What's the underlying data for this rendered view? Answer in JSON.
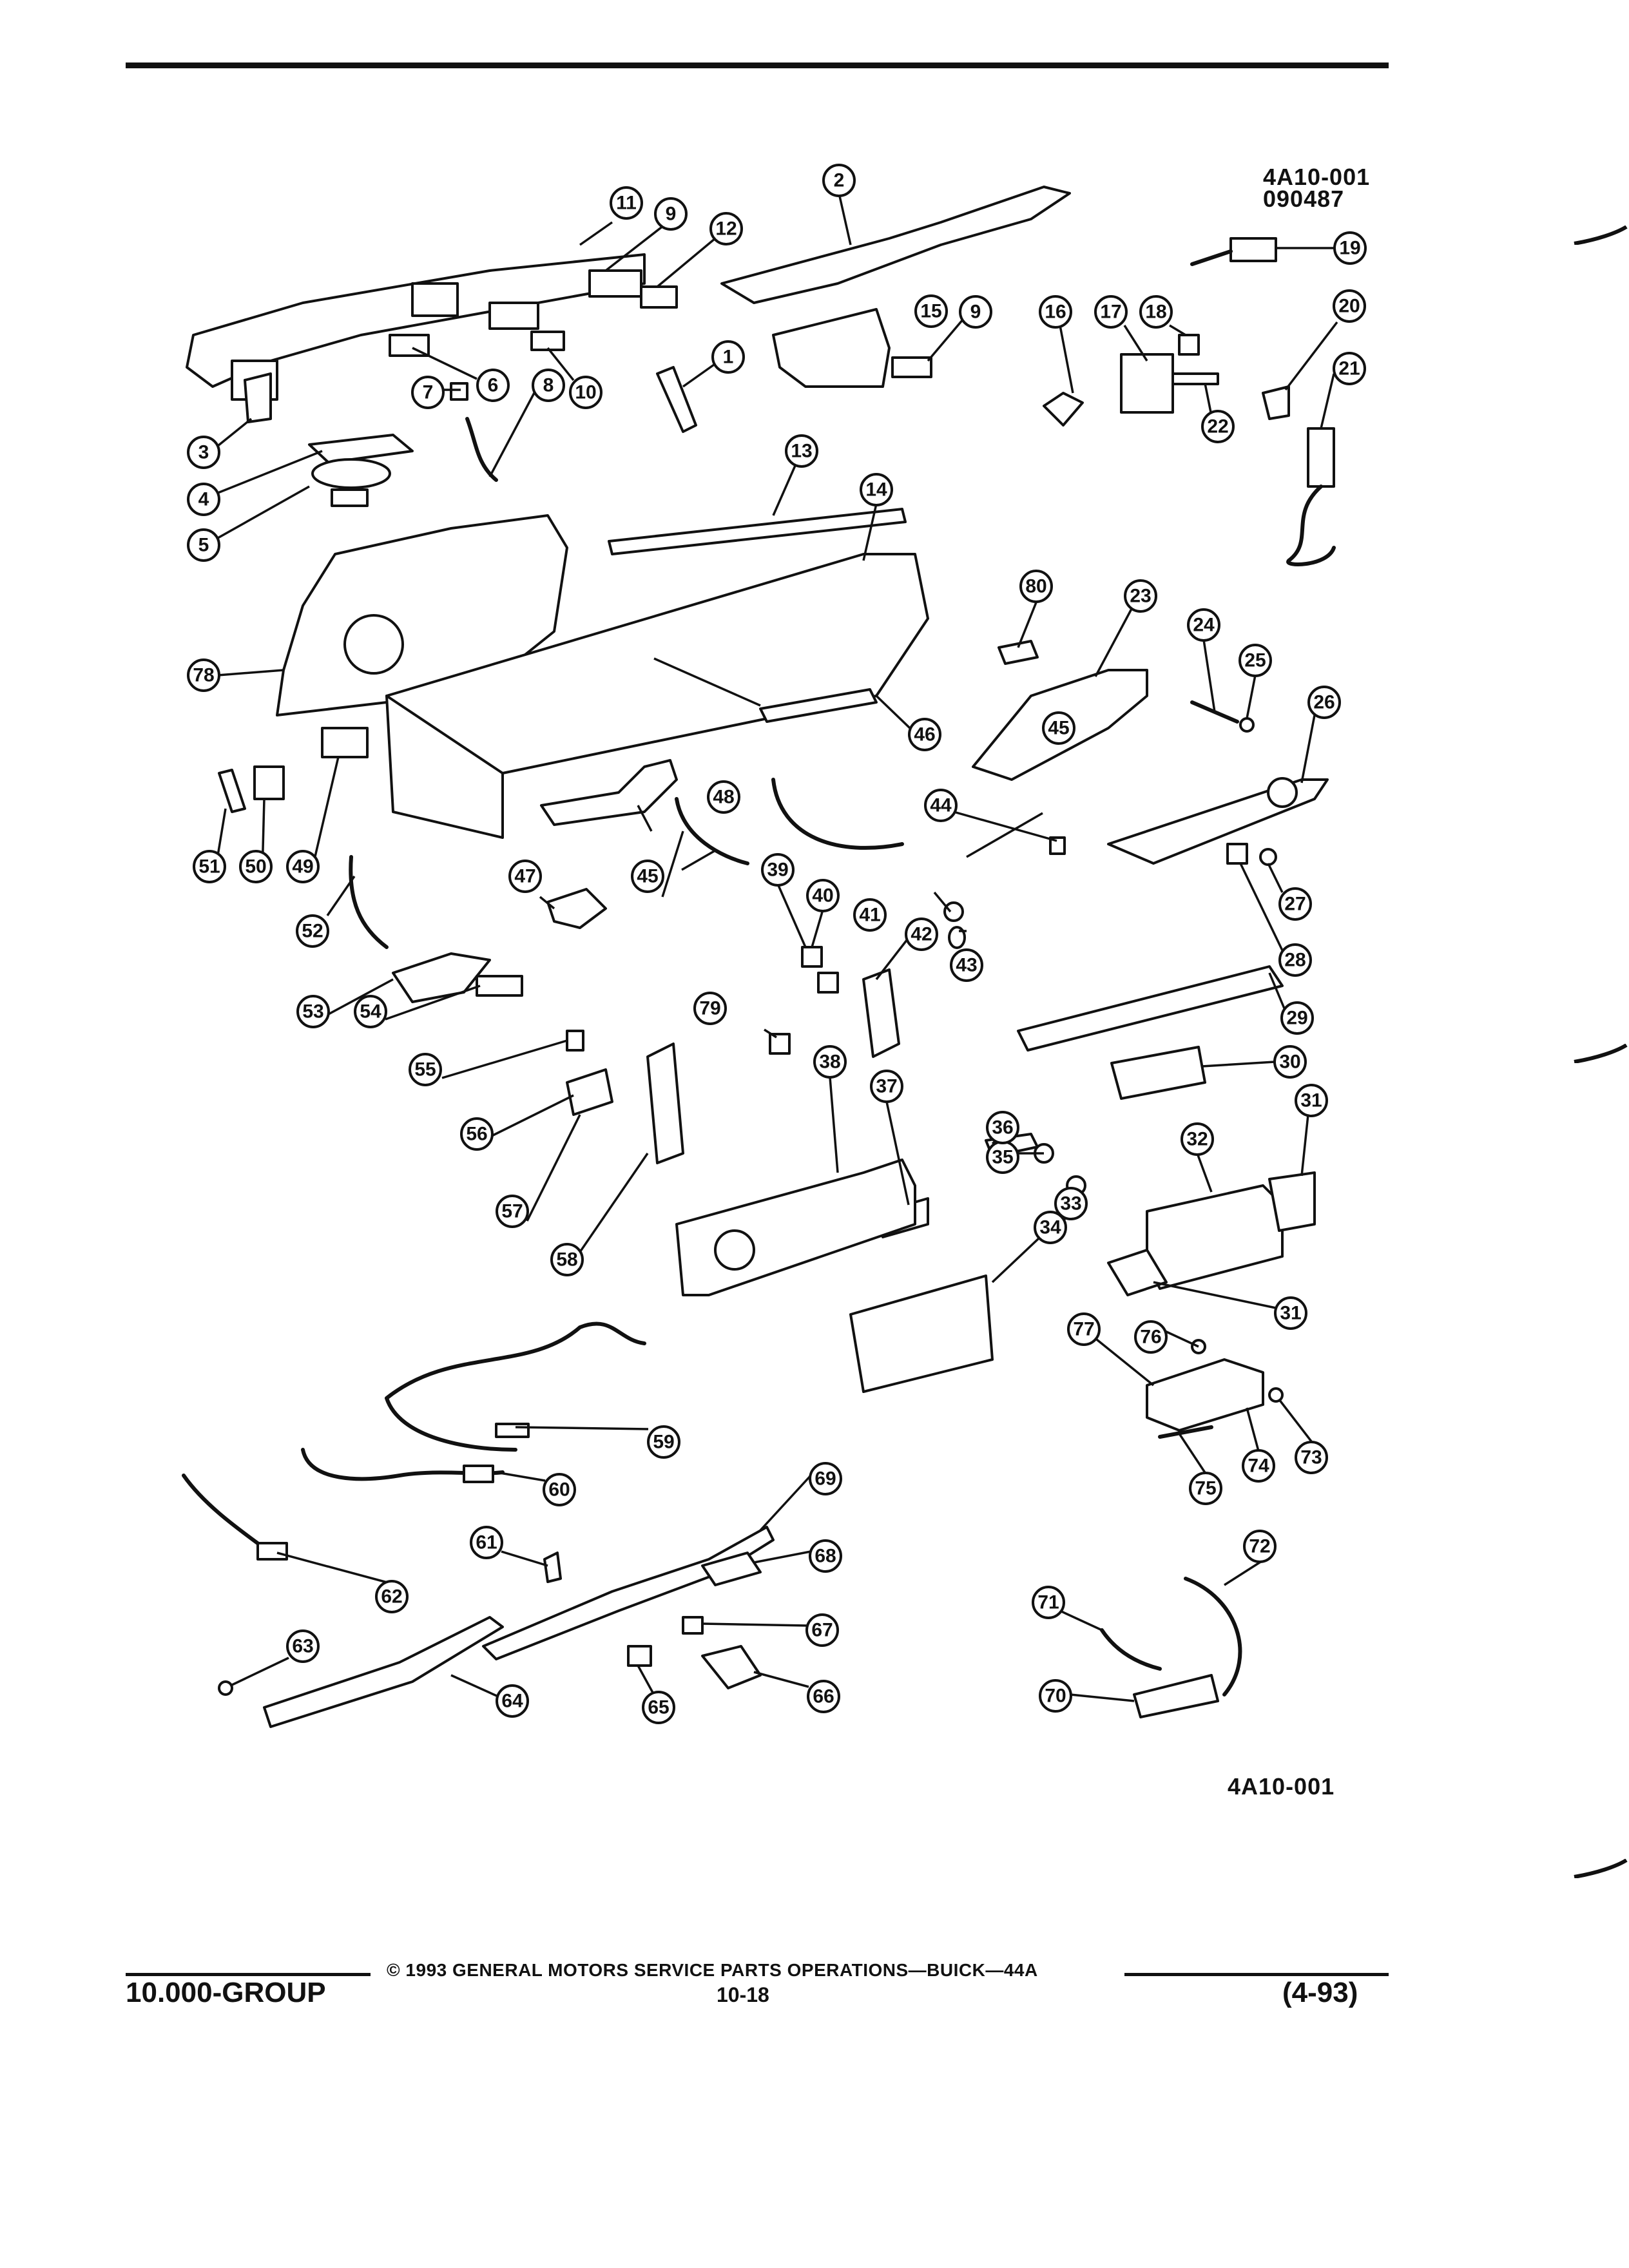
{
  "figure": {
    "code_top": "4A10-001",
    "date_code": "090487",
    "code_bottom": "4A10-001"
  },
  "callouts": [
    "1",
    "2",
    "3",
    "4",
    "5",
    "6",
    "7",
    "8",
    "9",
    "10",
    "11",
    "12",
    "13",
    "14",
    "15",
    "16",
    "17",
    "18",
    "19",
    "20",
    "21",
    "22",
    "23",
    "24",
    "25",
    "26",
    "27",
    "28",
    "29",
    "30",
    "31",
    "32",
    "33",
    "34",
    "35",
    "36",
    "37",
    "38",
    "39",
    "40",
    "41",
    "42",
    "43",
    "44",
    "45",
    "46",
    "47",
    "48",
    "49",
    "50",
    "51",
    "52",
    "53",
    "54",
    "55",
    "56",
    "57",
    "58",
    "59",
    "60",
    "61",
    "62",
    "63",
    "64",
    "65",
    "66",
    "67",
    "68",
    "69",
    "70",
    "71",
    "72",
    "73",
    "74",
    "75",
    "76",
    "77",
    "78",
    "79",
    "80"
  ],
  "footer": {
    "copyright_symbol": "©",
    "copyright_text": "1993 GENERAL MOTORS SERVICE PARTS OPERATIONS—BUICK—44A",
    "group": "10.000-GROUP",
    "page": "10-18",
    "revision": "(4-93)"
  }
}
